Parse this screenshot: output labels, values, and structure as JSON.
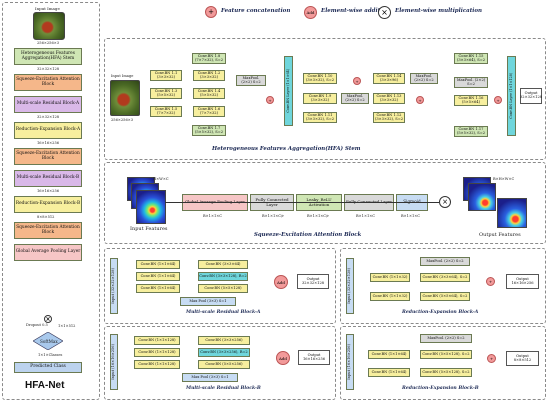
{
  "legend": {
    "concat_symbol": "+",
    "concat_label": "Feature concatenation",
    "add_symbol": "Add",
    "add_label": "Element-wise addition",
    "mult_symbol": "×",
    "mult_label": "Element-wise multiplication"
  },
  "net": {
    "input_label": "Input Image",
    "input_dim": "256×256×3",
    "steps": [
      {
        "label": "Heterogeneous Features Aggregation(HFA) Stem",
        "dim_after": "32×32×128",
        "color": "#cfe6b4"
      },
      {
        "label": "Squeeze-Excitation Attention Block",
        "dim_after": "",
        "color": "#f5b78a"
      },
      {
        "label": "Multi-scale Residual Block-A",
        "dim_after": "32×32×128",
        "color": "#d9b8e8"
      },
      {
        "label": "Reduction-Expansion Block-A",
        "dim_after": "16×16×256",
        "color": "#f7ef9e"
      },
      {
        "label": "Squeeze-Excitation Attention Block",
        "dim_after": "",
        "color": "#f5b78a"
      },
      {
        "label": "Multi-scale Residual Block-B",
        "dim_after": "16×16×256",
        "color": "#d9b8e8"
      },
      {
        "label": "Reduction-Expansion Block-B",
        "dim_after": "8×8×512",
        "color": "#f7ef9e"
      },
      {
        "label": "Squeeze-Excitation Attention Block",
        "dim_after": "",
        "color": "#f5b78a"
      },
      {
        "label": "Global Average Pooling Layer",
        "dim_after": "",
        "color": "#f6c6c6"
      }
    ],
    "dropout_label": "Dropout 0.5",
    "dropout_dim": "1×1×512",
    "softmax_label": "SoftMax",
    "classes_dim": "1×1×Classes",
    "predicted_label": "Predicted Class",
    "title": "HFA-Net"
  },
  "stem": {
    "input_label": "Input Image",
    "input_dim": "256×256×3",
    "branches": [
      [
        "Conv.BN 1.1 (3×3×32)",
        "Conv.BN 1.2 (3×3×32)"
      ],
      [
        "Conv.BN 1.3 (5×5×32)",
        "Conv.BN 1.4 (5×5×32)"
      ],
      [
        "Conv.BN 1.5 (7×7×32)",
        "Conv.BN 1.6 (7×7×32)"
      ]
    ],
    "top_block": "Conv.BN 1.8 (7×7×32), S=2",
    "bottom_block": "Conv.BN 1.7 (5×5×32), S=2",
    "maxpool_a": "MaxPool. (2×2) S=2",
    "mid_label": "Conv.BN Layer (1×1×64)",
    "right_left": [
      "Conv.BN 1.10 (3×3×32), S=2",
      "Conv.BN 1.9 (3×3×32)",
      "Conv.BN 1.11 (3×3×32), S=2"
    ],
    "right_mid_pool": "MaxPool. (2×2) S=2",
    "right_mid": [
      "Conv.BN 1.14 (3×3×96)",
      "Conv.BN 1.13 (3×3×32)",
      "Conv.BN 1.12 (3×3×32), S=2"
    ],
    "right_mid_pool2": "MaxPool. (2×2) S=2",
    "right_right": [
      "Conv.BN 1.15 (3×3×64), S=2",
      "MaxPool. (2×2) S=2",
      "Conv.BN 1.16 (5×5×64)",
      "Conv.BN 1.17 (5×5×32), S=2"
    ],
    "end_label": "Conv.BN Layer (1×1×128)",
    "output_label": "Output 32×32×128",
    "caption": "Heterogeneous Features Aggregation(HFA) Stem"
  },
  "se": {
    "input_dim": "H×W×C",
    "input_caption": "Input Features",
    "gap": "Global Average Pooling Layer",
    "gap_dim": "B×1×1×C",
    "fc1": "Fully Connected Layer",
    "fc1_dim": "B×1×1×C/r",
    "relu": "Leaky_ReLU Activation",
    "relu_dim": "B×1×1×C/r",
    "fc2": "Fully Connected Layer",
    "fc2_dim": "B×1×1×C",
    "sigmoid": "Sigmoid",
    "sig_dim": "B×1×1×C",
    "mult": "×",
    "output_dim": "B×H×W×C",
    "output_caption": "Output Features",
    "caption": "Squeeze-Excitation Attention Block"
  },
  "mrba": {
    "input_label": "Input (32×32×128)",
    "rows": [
      "Conv.BN (1×1×64)",
      "Conv.BN (1×1×64)",
      "Conv.BN (1×1×64)"
    ],
    "row2": [
      "Conv.BN (3×3×64)",
      "Conv.BN (3×3×128), R=2",
      "Conv.BN (5×5×128)"
    ],
    "pool": "Max Pool (3×3) S=1",
    "add": "Add",
    "output_label": "Output 32×32×128",
    "caption": "Multi-scale Residual Block-A"
  },
  "reba": {
    "input_label": "Input (32×32×128)",
    "pool": "MaxPool. (2×2) S=2",
    "rows": [
      "Conv.BN (1×1×32)",
      "Conv.BN (1×1×32)"
    ],
    "row2": [
      "Conv.BN (3×3×64), S=2",
      "Conv.BN (5×5×64), S=2"
    ],
    "concat": "+",
    "output_label": "Output 16×16×256",
    "caption": "Reduction-Expansion Block-A"
  },
  "mrbb": {
    "input_label": "Input (16×16×256)",
    "rows": [
      "Conv.BN (1×1×128)",
      "Conv.BN (1×1×128)",
      "Conv.BN (1×1×128)"
    ],
    "row2": [
      "Conv.BN (3×3×256)",
      "Conv.BN (3×3×256), R=2",
      "Conv.BN (5×5×256)"
    ],
    "pool": "Max Pool (3×3) S=1",
    "add": "Add",
    "output_label": "Output 16×16×256",
    "caption": "Multi-scale Residual Block-B"
  },
  "rebb": {
    "input_label": "Input (16×16×256)",
    "pool": "MaxPool. (2×2) S=2",
    "rows": [
      "Conv.BN (1×1×64)",
      "Conv.BN (1×1×64)"
    ],
    "row2": [
      "Conv.BN (5×5×128), S=2",
      "Conv.BN (5×5×128), S=2"
    ],
    "concat": "+",
    "output_label": "Output 8×8×512",
    "caption": "Reduction-Expansion Block-B"
  }
}
